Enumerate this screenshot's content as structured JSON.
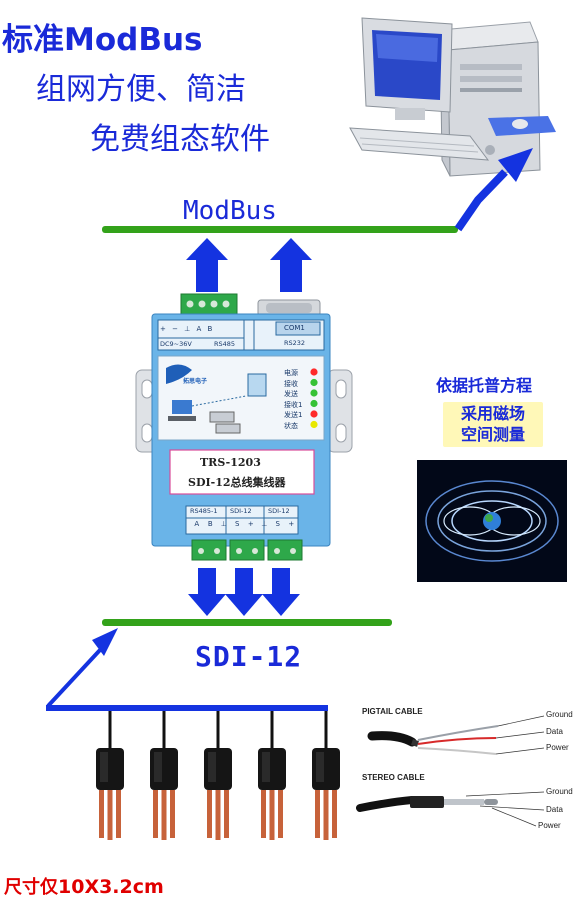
{
  "headline": {
    "line1": "标准ModBus",
    "line2": "组网方便、简洁",
    "line3": "免费组态软件"
  },
  "bus": {
    "top_label": "ModBus",
    "bottom_label": "SDI-12"
  },
  "device": {
    "power_label": "DC9~36V",
    "rs485_label": "RS485",
    "com_label": "COM1",
    "rs232_label": "RS232",
    "model": "TRS-1203",
    "name": "SDI-12总线集线器",
    "brand": "拓思电子",
    "leds": [
      "电源",
      "接收",
      "发送",
      "接收1",
      "发送1",
      "状态"
    ],
    "led_colors": [
      "#ff2a2a",
      "#36c236",
      "#36c236",
      "#36c236",
      "#ff2a2a",
      "#e8e800"
    ],
    "bottom_ports": [
      "RS485-1",
      "SDI-12",
      "SDI-12"
    ],
    "bottom_pins": [
      "A",
      "B",
      "⊥",
      "S",
      "+",
      "⊥",
      "S",
      "+"
    ]
  },
  "right_panel": {
    "title": "依据托普方程",
    "subtitle_line1": "采用磁场",
    "subtitle_line2": "空间测量"
  },
  "cables": {
    "pigtail_title": "PIGTAIL CABLE",
    "stereo_title": "STEREO CABLE",
    "pigtail_labels": [
      "Ground",
      "Data",
      "Power"
    ],
    "stereo_labels": [
      "Ground",
      "Data",
      "Power"
    ]
  },
  "footer": {
    "prefix": "尺寸仅",
    "size": "10X3.2cm"
  },
  "colors": {
    "arrow_blue": "#1433e0",
    "bus_green": "#33a21a",
    "text_blue": "#1a2ad8",
    "footer_red": "#e00000"
  }
}
